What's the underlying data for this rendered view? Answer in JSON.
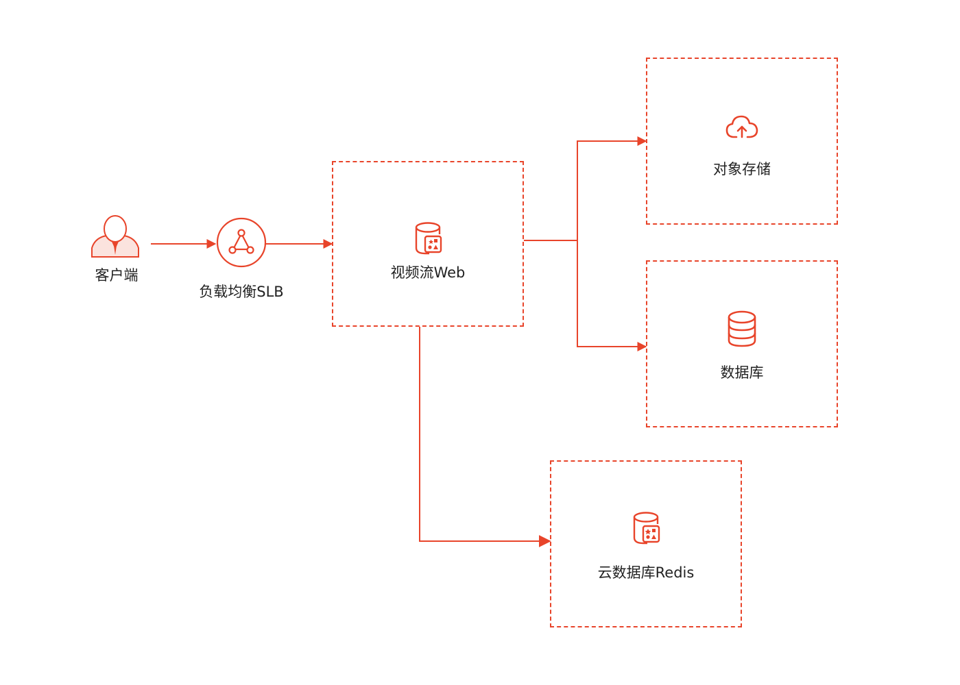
{
  "colors": {
    "accent": "#e8442a",
    "text": "#222222",
    "background": "#ffffff"
  },
  "nodes": {
    "client": {
      "label": "客户端",
      "icon": "user-icon"
    },
    "slb": {
      "label": "负载均衡SLB",
      "icon": "load-balancer-icon"
    },
    "web": {
      "label": "视频流Web",
      "icon": "database-app-icon"
    },
    "oss": {
      "label": "对象存储",
      "icon": "cloud-upload-icon"
    },
    "db": {
      "label": "数据库",
      "icon": "database-icon"
    },
    "redis": {
      "label": "云数据库Redis",
      "icon": "database-app-icon"
    }
  }
}
